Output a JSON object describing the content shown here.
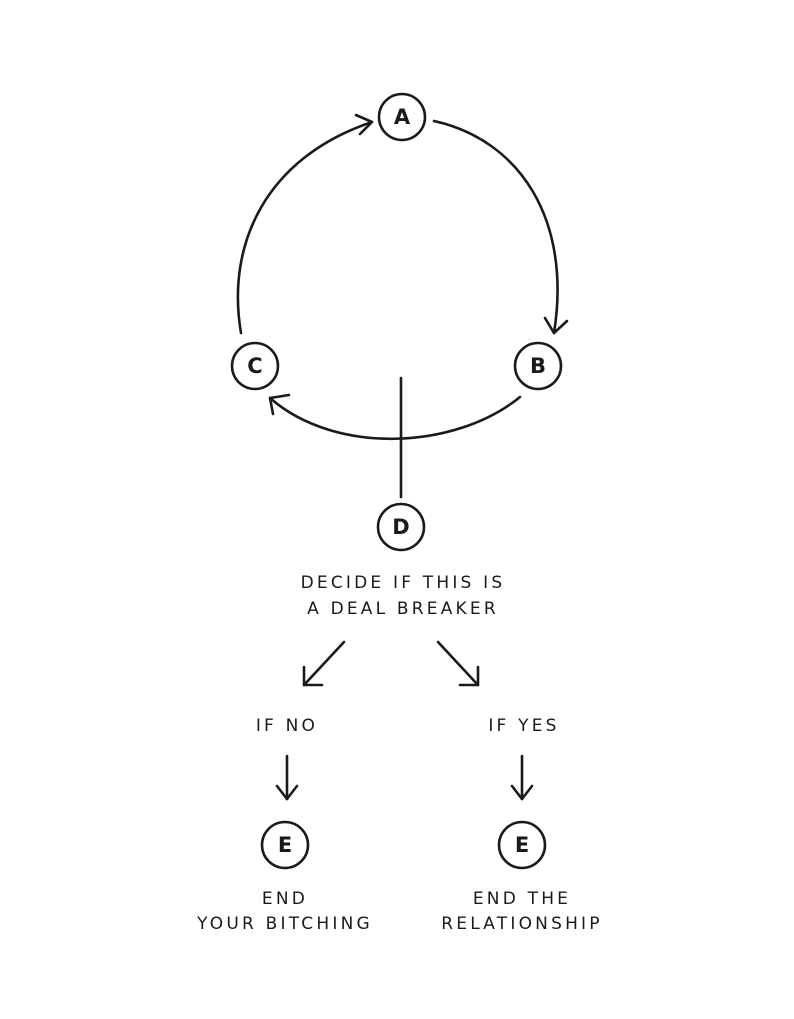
{
  "nodes": {
    "a": "A",
    "b": "B",
    "c": "C",
    "d": "D",
    "e_no": "E",
    "e_yes": "E"
  },
  "decision": {
    "line1": "DECIDE IF THIS IS",
    "line2": "A DEAL BREAKER"
  },
  "branches": {
    "no_label": "IF NO",
    "yes_label": "IF YES"
  },
  "outcomes": {
    "no_line1": "END",
    "no_line2": "YOUR BITCHING",
    "yes_line1": "END THE",
    "yes_line2": "RELATIONSHIP"
  },
  "colors": {
    "ink": "#1a1a1a",
    "background": "#ffffff"
  }
}
